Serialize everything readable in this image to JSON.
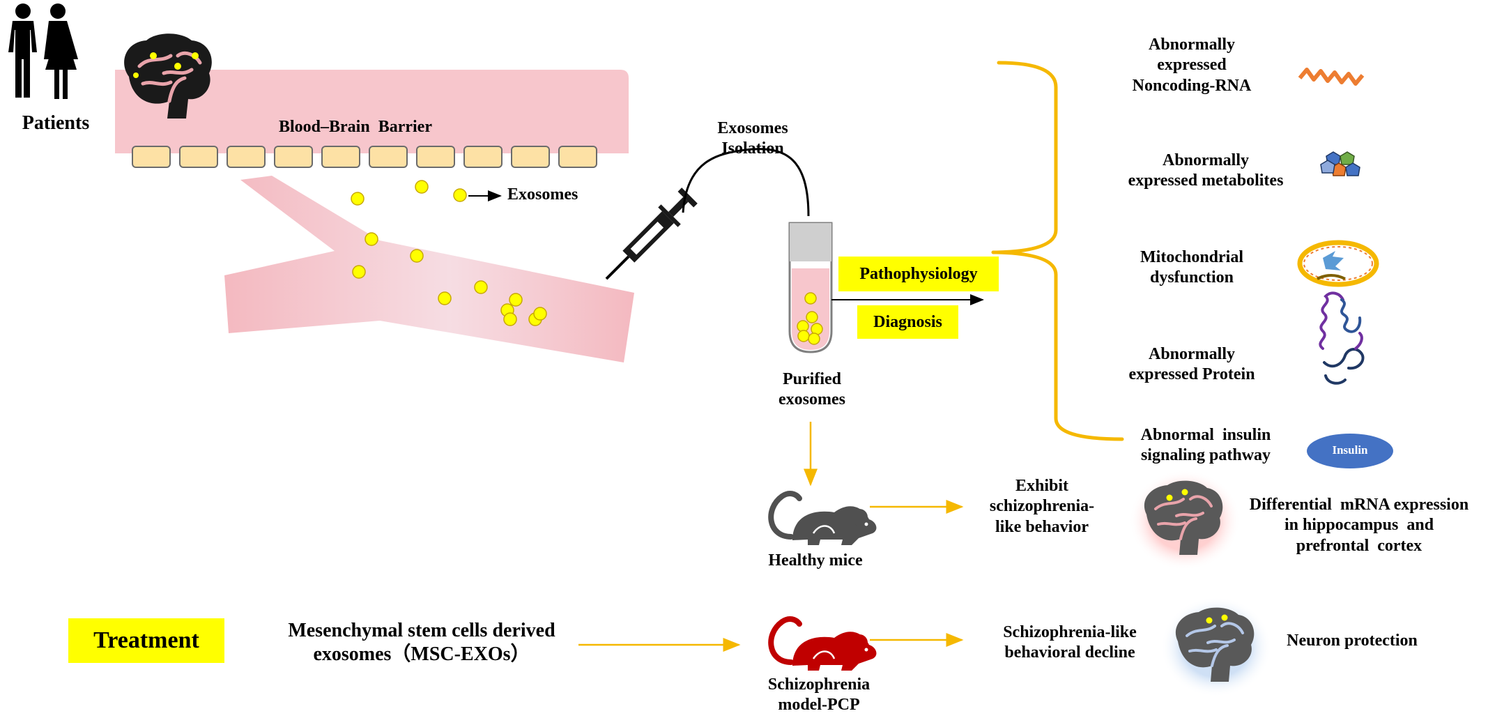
{
  "patients_label": "Patients",
  "bbb_label": "Blood–Brain  Barrier",
  "exosomes_label": "Exosomes",
  "isolation_label": [
    "Exosomes",
    "Isolation"
  ],
  "purified_label": [
    "Purified",
    "exosomes"
  ],
  "pathophysiology_label": "Pathophysiology",
  "diagnosis_label": "Diagnosis",
  "findings": [
    {
      "lines": [
        "Abnormally",
        "expressed",
        "Noncoding-RNA"
      ],
      "icon": "noncoding-rna-icon"
    },
    {
      "lines": [
        "Abnormally",
        "expressed metabolites"
      ],
      "icon": "metabolites-icon"
    },
    {
      "lines": [
        "Mitochondrial",
        "dysfunction"
      ],
      "icon": "mitochondria-icon"
    },
    {
      "lines": [
        "Abnormally",
        "expressed Protein"
      ],
      "icon": "protein-icon"
    },
    {
      "lines": [
        "Abnormal  insulin",
        "signaling pathway"
      ],
      "icon": "insulin-icon"
    }
  ],
  "insulin_text": "Insulin",
  "healthy_mice_label": "Healthy mice",
  "exhibit_label": [
    "Exhibit",
    "schizophrenia-",
    "like behavior"
  ],
  "mrna_label": [
    "Differential  mRNA expression",
    "in hippocampus  and",
    "prefrontal  cortex"
  ],
  "treatment_label": "Treatment",
  "msc_label": [
    "Mesenchymal stem cells derived",
    "exosomes（MSC-EXOs）"
  ],
  "model_label": [
    "Schizophrenia",
    "model-PCP"
  ],
  "decline_label": [
    "Schizophrenia-like",
    "behavioral decline"
  ],
  "neuron_label": "Neuron protection",
  "colors": {
    "vessel": "#f7c6cc",
    "exosome": "#ffff00",
    "highlight": "#ffff00",
    "arrow": "#f5b800",
    "bracket": "#f5b800",
    "insulin": "#4472c4",
    "healthy_mouse": "#505050",
    "model_mouse": "#c00000"
  }
}
